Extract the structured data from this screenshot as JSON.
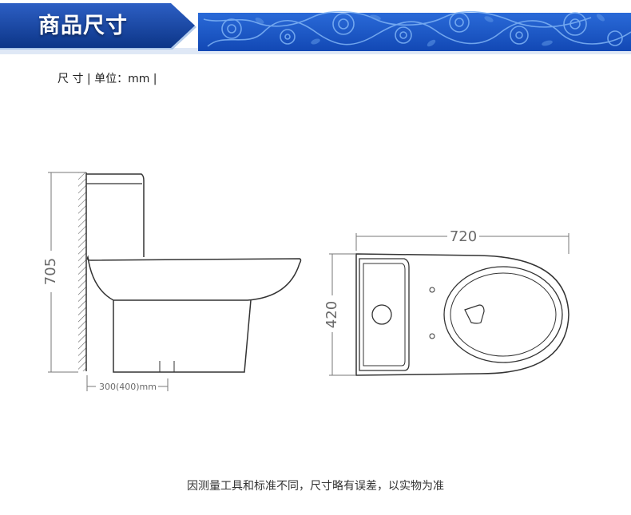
{
  "banner": {
    "title": "商品尺寸",
    "colors": {
      "blue_dark": "#0f3f96",
      "blue_light": "#2a6ad8",
      "pattern": "#6fa5ee"
    }
  },
  "dimensions": {
    "unit_line": "尺 寸 | 单位：mm |",
    "height": "705",
    "width": "720",
    "depth": "420",
    "rough_in": "300(400)mm"
  },
  "footnote": "因测量工具和标准不同，尺寸略有误差，以实物为准"
}
